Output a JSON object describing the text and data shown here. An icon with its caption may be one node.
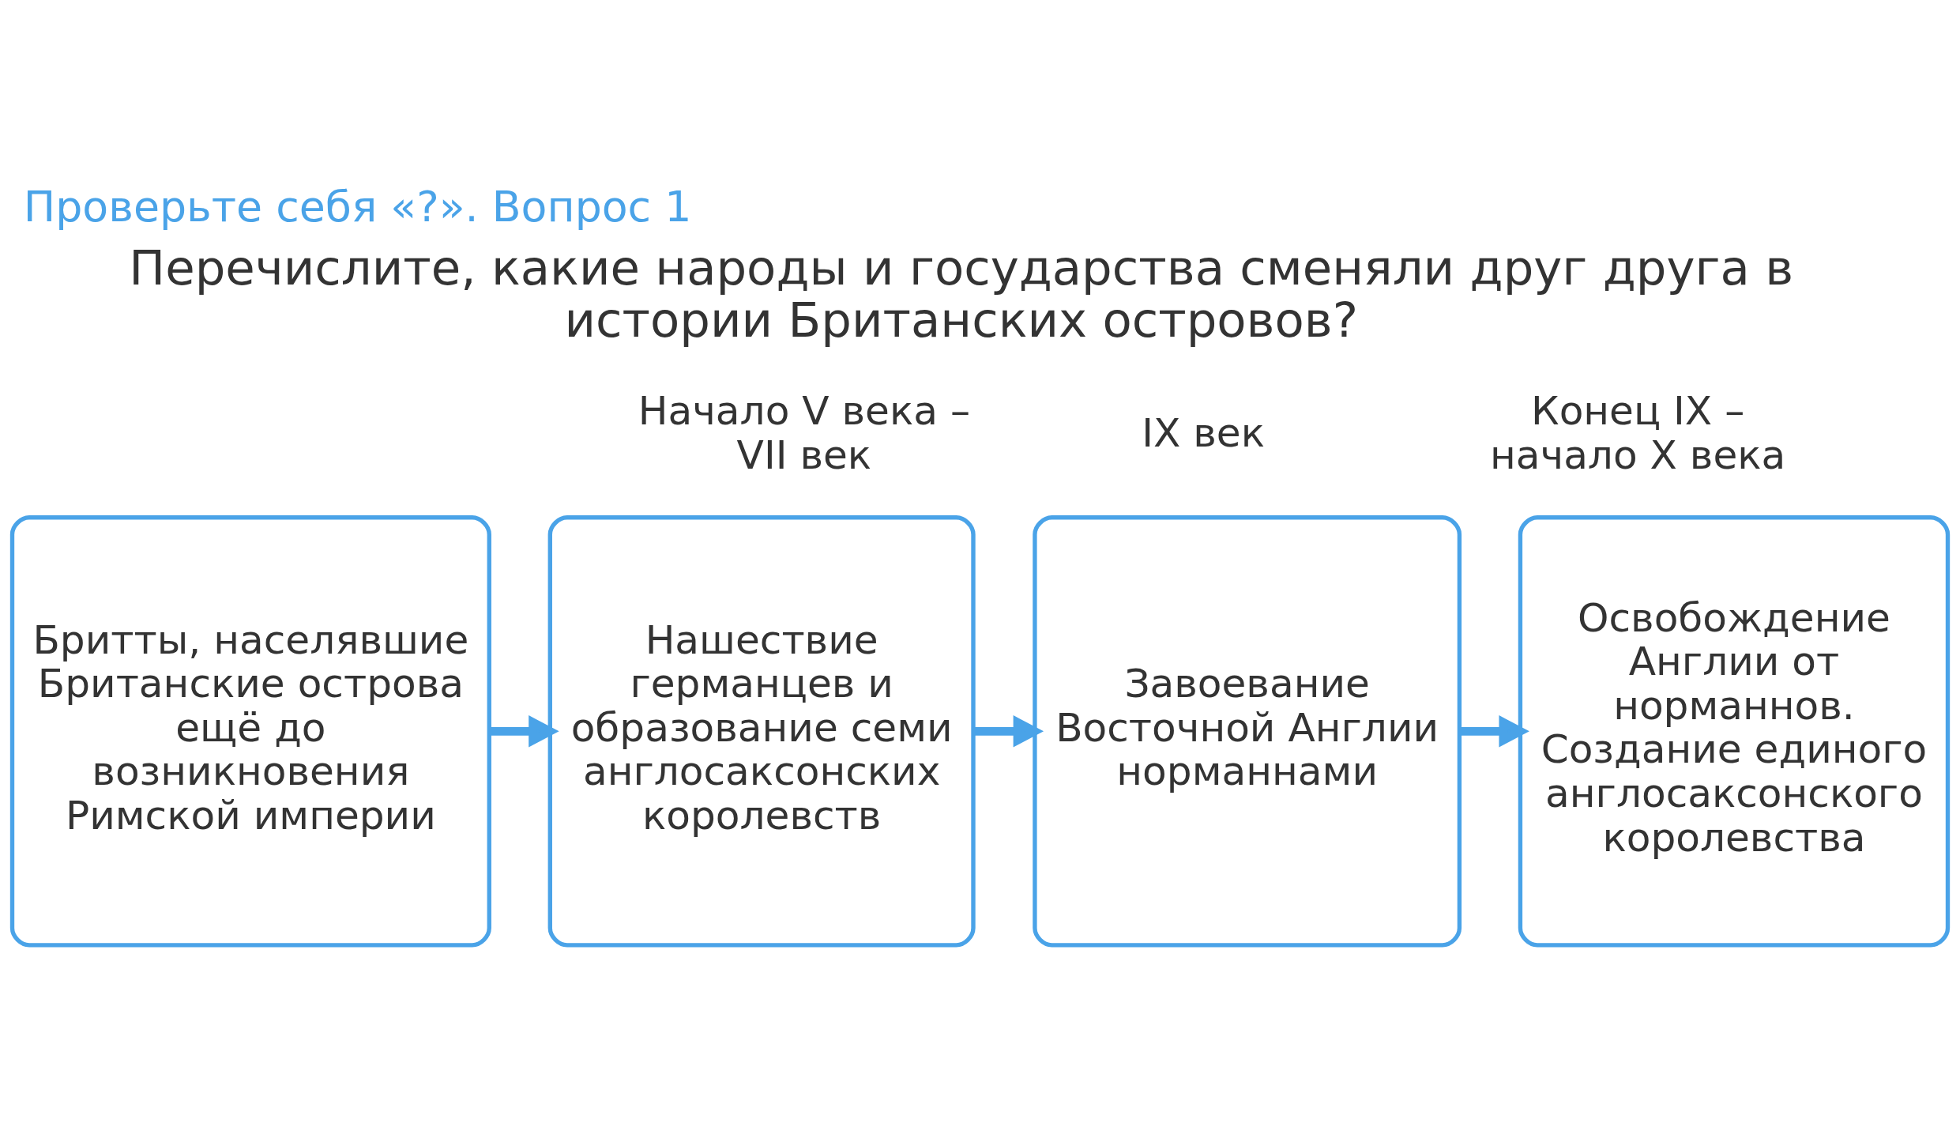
{
  "diagram": {
    "title": "Проверьте себя «?». Вопрос 1",
    "nodes": [
      {
        "text": [
          "Бритты, населявшие Британские острова ещё до возникновения Римской империи"
        ]
      },
      {
        "text": [
          "Нашествие германцев и образование семи англосаксонских королевств"
        ],
        "beside": [
          "Начало V века – VII век"
        ]
      },
      {
        "text": [
          "Завоевание Восточной Англии норманнами"
        ],
        "beside": [
          "IX век"
        ]
      },
      {
        "text": [
          "Освобождение Англии от норманнов. Создание единого англосаксонского королевства"
        ],
        "beside": [
          "Конец IX – начало X века"
        ]
      }
    ],
    "edges": [
      {
        "from": 0,
        "to": 1,
        "arrow": "to"
      },
      {
        "from": 1,
        "to": 2,
        "arrow": "to"
      },
      {
        "from": 2,
        "to": 3,
        "arrow": "to"
      }
    ],
    "labels": [
      "Перечислите, какие народы и государства сменяли друг друга в истории Британских островов?"
    ]
  }
}
